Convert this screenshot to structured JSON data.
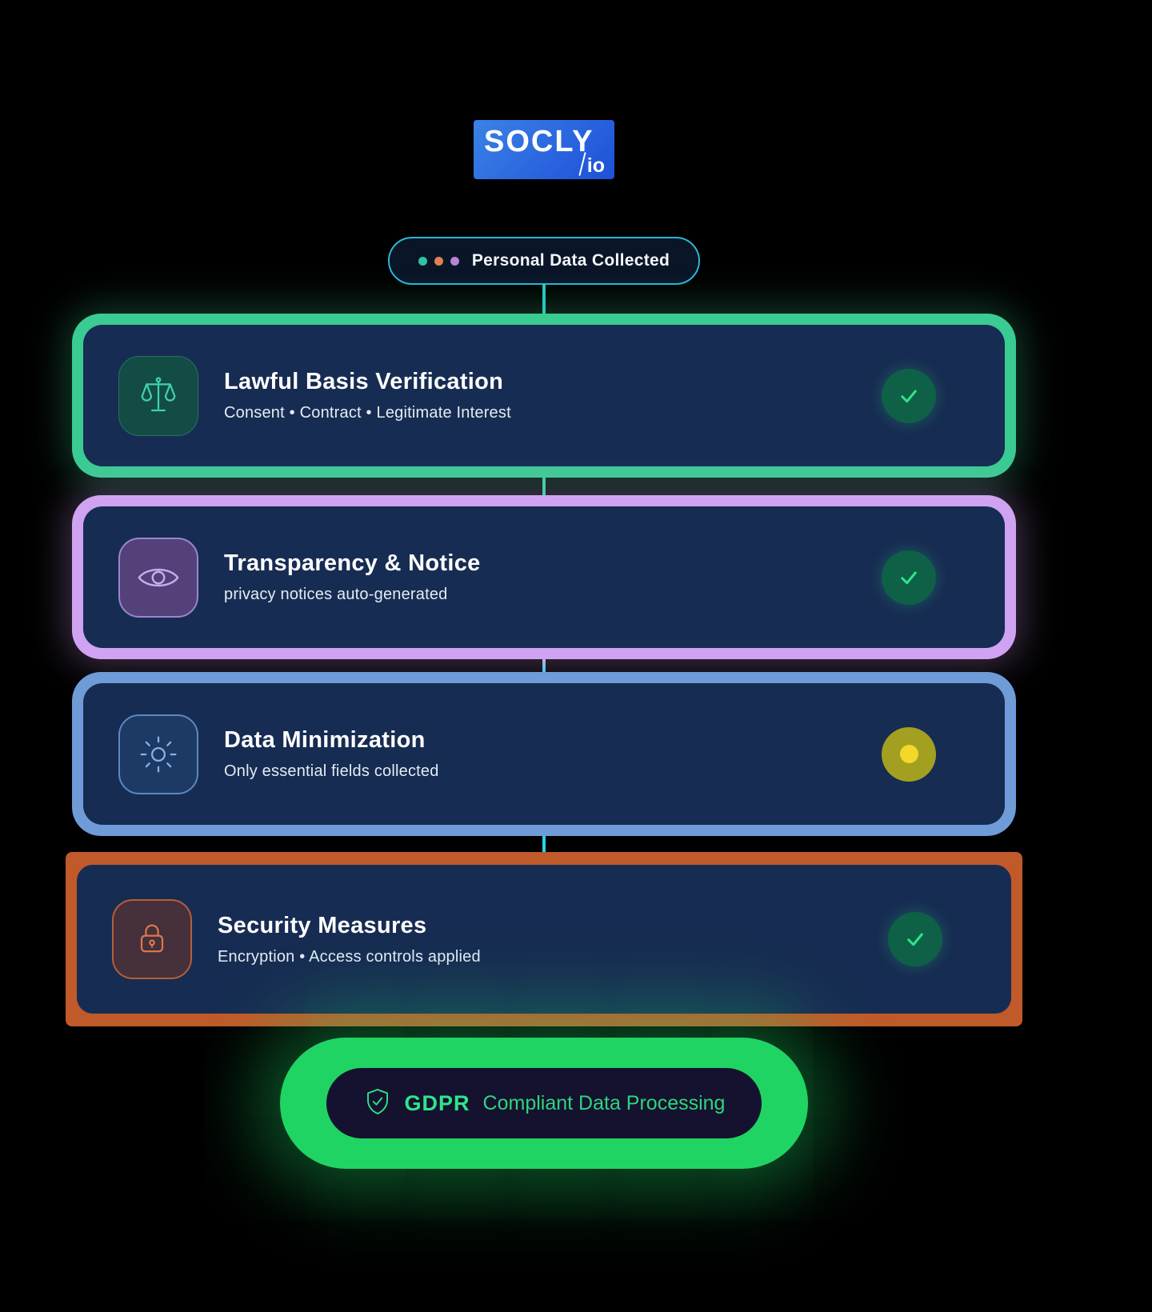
{
  "logo": {
    "brand": "SOCLY",
    "suffix": "io"
  },
  "badge": {
    "label": "Personal Data Collected",
    "dot_colors": [
      "#2ec4a0",
      "#e08155",
      "#b783d9"
    ]
  },
  "cards": [
    {
      "title": "Lawful Basis Verification",
      "subtitle": "Consent • Contract • Legitimate Interest",
      "icon": "scales-icon",
      "status": "complete-check",
      "accent": "#3acb92"
    },
    {
      "title": "Transparency & Notice",
      "subtitle": "privacy notices auto-generated",
      "icon": "eye-icon",
      "status": "complete-check",
      "accent": "#cfa3f2"
    },
    {
      "title": "Data Minimization",
      "subtitle": "Only essential fields collected",
      "icon": "sun-icon",
      "status": "in-progress-dot",
      "accent": "#6f9bd8"
    },
    {
      "title": "Security Measures",
      "subtitle": "Encryption • Access controls applied",
      "icon": "lock-icon",
      "status": "complete-check",
      "accent": "#c05a2a"
    }
  ],
  "footer": {
    "gdpr": "GDPR",
    "label": "Compliant Data Processing",
    "glow_color": "#1fd463",
    "status_colors": {
      "check_bg": "#0e6046",
      "check": "#2fe58a",
      "dot_bg": "#a3a021",
      "dot": "#f2d829"
    }
  }
}
